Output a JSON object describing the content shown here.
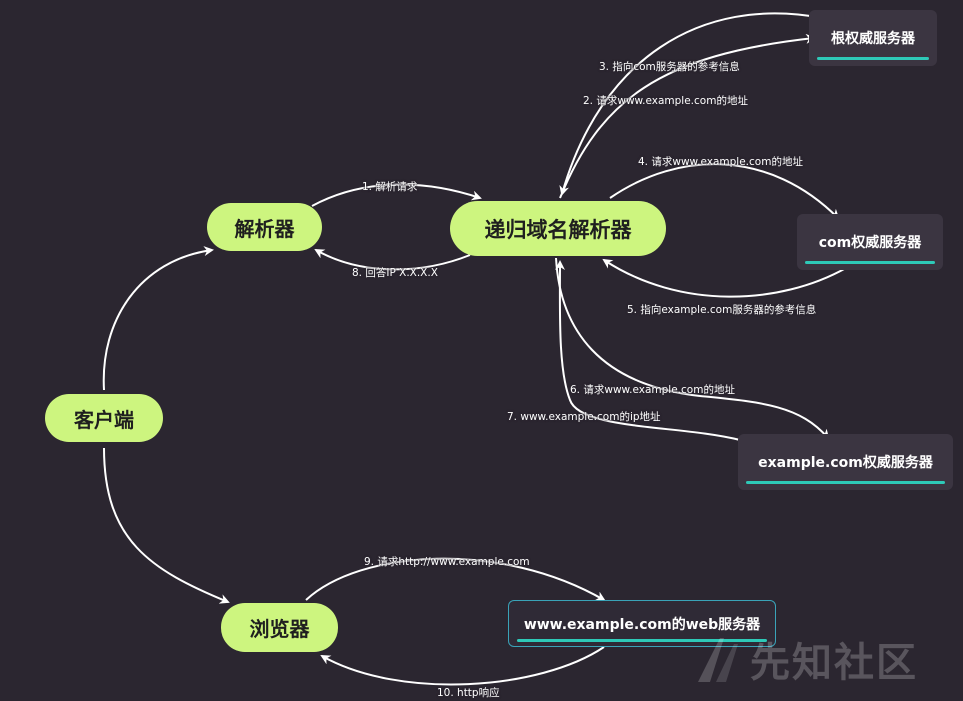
{
  "nodes": {
    "client": "客户端",
    "resolver": "解析器",
    "recursive": "递归域名解析器",
    "browser": "浏览器",
    "root": "根权威服务器",
    "com": "com权威服务器",
    "example": "example.com权威服务器",
    "web": "www.example.com的web服务器"
  },
  "edges": {
    "e1": "1. 解析请求",
    "e2": "2. 请求www.example.com的地址",
    "e3": "3. 指向com服务器的参考信息",
    "e4": "4. 请求www.example.com的地址",
    "e5": "5. 指向example.com服务器的参考信息",
    "e6": "6. 请求www.example.com的地址",
    "e7": "7.  www.example.com的ip地址",
    "e8": "8. 回答IP X.X.X.X",
    "e9": "9. 请求http://www.example.com",
    "e10": "10. http响应"
  },
  "colors": {
    "background": "#2b2630",
    "pill": "#cdf57f",
    "box": "#3b3541",
    "underline": "#2ec9b8",
    "arrow": "#ffffff"
  },
  "watermark": "先知社区"
}
